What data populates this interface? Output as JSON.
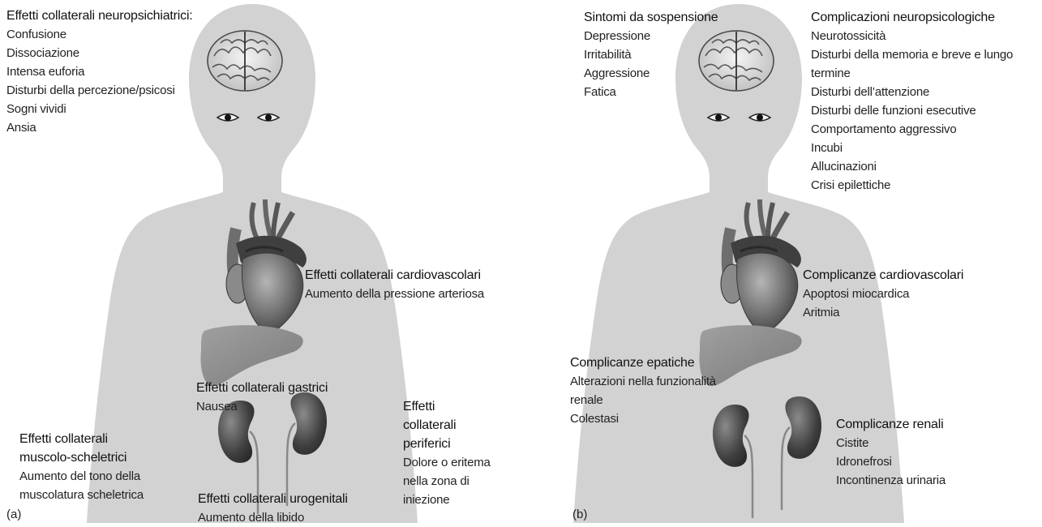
{
  "panel_a": {
    "letter": "(a)",
    "neuro": {
      "heading": "Effetti collaterali neuropsichiatrici:",
      "items": [
        "Confusione",
        "Dissociazione",
        "Intensa euforia",
        "Disturbi della percezione/psicosi",
        "Sogni vividi",
        "Ansia"
      ]
    },
    "cardio": {
      "heading": "Effetti collaterali cardiovascolari",
      "items": [
        "Aumento della pressione arteriosa"
      ]
    },
    "gastric": {
      "heading": "Effetti collaterali gastrici",
      "items": [
        "Nausea"
      ]
    },
    "peripheral": {
      "heading_lines": [
        "Effetti",
        "collaterali",
        "periferici"
      ],
      "items": [
        "Dolore o eritema",
        "nella zona di",
        "iniezione"
      ]
    },
    "musculo": {
      "heading_lines": [
        "Effetti collaterali",
        "muscolo-scheletrici"
      ],
      "items": [
        "Aumento del tono della",
        "muscolatura scheletrica"
      ]
    },
    "urogenital": {
      "heading": "Effetti collaterali urogenitali",
      "items": [
        "Aumento della libido"
      ]
    }
  },
  "panel_b": {
    "letter": "(b)",
    "withdrawal": {
      "heading": "Sintomi da sospensione",
      "items": [
        "Depressione",
        "Irritabilità",
        "Aggressione",
        "Fatica"
      ]
    },
    "neuropsych": {
      "heading": "Complicazioni neuropsicologiche",
      "items": [
        "Neurotossicità",
        "Disturbi della memoria e breve e lungo",
        "termine",
        "Disturbi dell’attenzione",
        "Disturbi delle funzioni esecutive",
        "Comportamento aggressivo",
        "Incubi",
        "Allucinazioni",
        "Crisi epilettiche"
      ]
    },
    "cardio": {
      "heading": "Complicanze cardiovascolari",
      "items": [
        "Apoptosi miocardica",
        "Aritmia"
      ]
    },
    "hepatic": {
      "heading": "Complicanze epatiche",
      "items": [
        "Alterazioni nella funzionalità",
        "renale",
        "Colestasi"
      ]
    },
    "renal": {
      "heading": "Complicanze renali",
      "items": [
        "Cistite",
        "Idronefrosi",
        "Incontinenza urinaria"
      ]
    }
  },
  "colors": {
    "silhouette": "#d2d2d2",
    "organ_dark": "#4a4a4a",
    "organ_mid": "#7a7a7a",
    "liver": "#8c8c8c",
    "text": "#1a1a1a"
  }
}
